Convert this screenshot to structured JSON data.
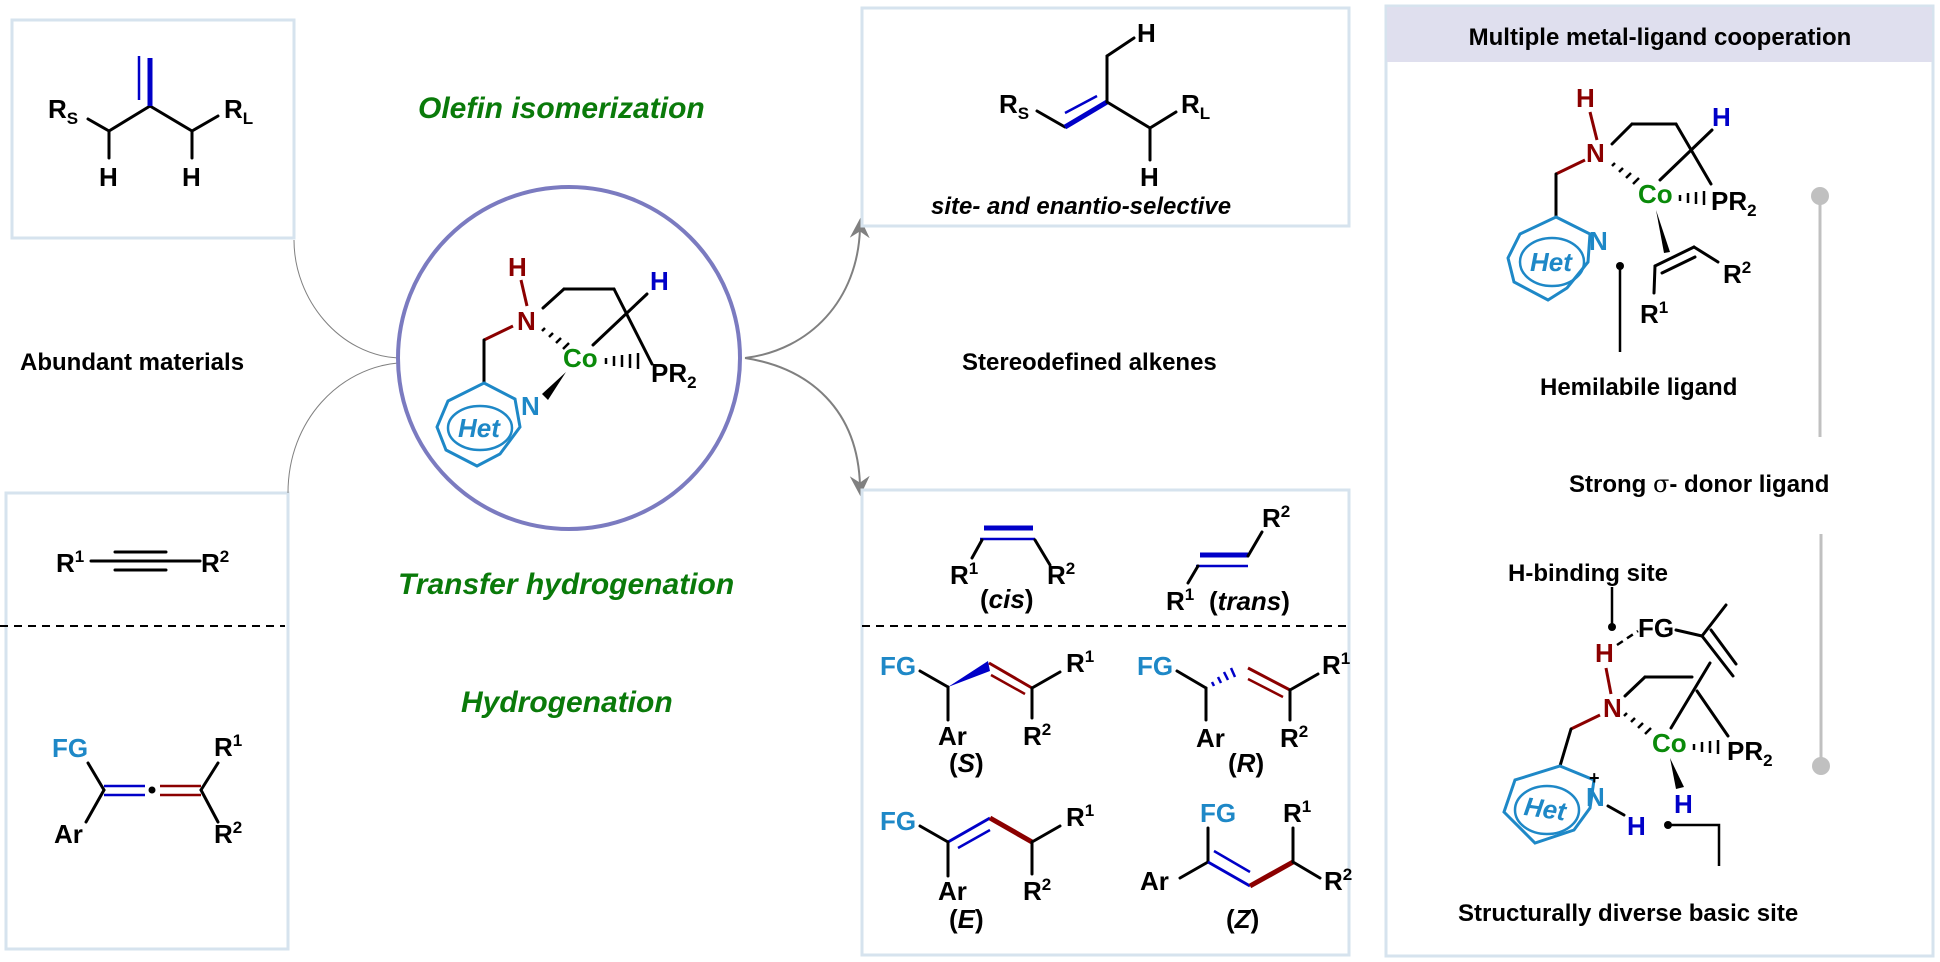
{
  "colors": {
    "box_border": "#d6e3ee",
    "circle": "#7b7bc0",
    "panel_header_bg": "#dfdfee",
    "process_green": "#0a7a0a",
    "ligand_nh": "#8b0000",
    "hydride_blue": "#0000c8",
    "het_blue": "#1e88c7",
    "cobalt_green": "#0a8a0a",
    "arrow_gray": "#808080",
    "connector_gray": "#c0c0c0"
  },
  "left": {
    "label": "Abundant materials",
    "top_box": {
      "r_small": "R",
      "r_small_sub": "S",
      "r_large": "R",
      "r_large_sub": "L",
      "h1": "H",
      "h2": "H"
    },
    "bottom_box": {
      "alkyne": {
        "r1": "R",
        "r1_sup": "1",
        "r2": "R",
        "r2_sup": "2"
      },
      "allene": {
        "fg": "FG",
        "ar": "Ar",
        "r1": "R",
        "r1_sup": "1",
        "r2": "R",
        "r2_sup": "2"
      }
    }
  },
  "center": {
    "process_top": "Olefin isomerization",
    "process_mid": "Transfer hydrogenation",
    "process_bottom": "Hydrogenation",
    "catalyst": {
      "h_n": "H",
      "n": "N",
      "h_co": "H",
      "co": "Co",
      "pr2": "PR",
      "pr2_sub": "2",
      "het": "Het",
      "n_pyr": "N"
    }
  },
  "right": {
    "label": "Stereodefined alkenes",
    "top_box": {
      "r_small": "R",
      "r_small_sub": "S",
      "r_large": "R",
      "r_large_sub": "L",
      "h_top": "H",
      "h_bottom": "H",
      "caption": "site- and enantio-selective"
    },
    "bottom_box": {
      "cis": {
        "r1": "R",
        "r1_sup": "1",
        "r2": "R",
        "r2_sup": "2",
        "caption_open": "(",
        "caption_it": "cis",
        "caption_close": ")"
      },
      "trans": {
        "r1": "R",
        "r1_sup": "1",
        "r2": "R",
        "r2_sup": "2",
        "caption_open": "(",
        "caption_it": "trans",
        "caption_close": ")"
      },
      "s": {
        "fg": "FG",
        "ar": "Ar",
        "r1": "R",
        "r1_sup": "1",
        "r2": "R",
        "r2_sup": "2",
        "caption_it": "S"
      },
      "r": {
        "fg": "FG",
        "ar": "Ar",
        "r1": "R",
        "r1_sup": "1",
        "r2": "R",
        "r2_sup": "2",
        "caption_it": "R"
      },
      "e": {
        "fg": "FG",
        "ar": "Ar",
        "r1": "R",
        "r1_sup": "1",
        "r2": "R",
        "r2_sup": "2",
        "caption_it": "E"
      },
      "z": {
        "fg": "FG",
        "ar": "Ar",
        "r1": "R",
        "r1_sup": "1",
        "r2": "R",
        "r2_sup": "2",
        "caption_it": "Z"
      }
    }
  },
  "panel": {
    "title": "Multiple metal-ligand cooperation",
    "hemilabile": "Hemilabile ligand",
    "sigma_donor_pre": "Strong ",
    "sigma": "σ",
    "sigma_donor_post": "- donor ligand",
    "h_binding": "H-binding site",
    "basic_site": "Structurally diverse basic site",
    "top_complex": {
      "h_n": "H",
      "n": "N",
      "h_co": "H",
      "co": "Co",
      "pr2": "PR",
      "pr2_sub": "2",
      "het": "Het",
      "n_pyr": "N",
      "r1": "R",
      "r1_sup": "1",
      "r2": "R",
      "r2_sup": "2"
    },
    "bottom_complex": {
      "h_n": "H",
      "n": "N",
      "fg": "FG",
      "co": "Co",
      "pr2": "PR",
      "pr2_sub": "2",
      "het": "Het",
      "n_pyr": "N",
      "plus": "+",
      "h_npyr": "H",
      "h_co": "H"
    }
  }
}
